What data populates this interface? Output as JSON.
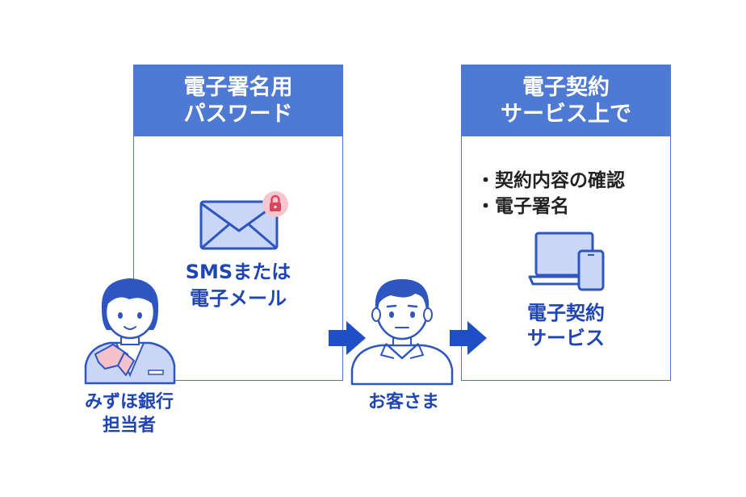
{
  "left_panel": {
    "header_line1": "電子署名用",
    "header_line2": "パスワード",
    "channel_line1": "SMSまたは",
    "channel_line2": "電子メール"
  },
  "right_panel": {
    "header_line1": "電子契約",
    "header_line2": "サービス上で",
    "bullet1": "・契約内容の確認",
    "bullet2": "・電子署名",
    "service_line1": "電子契約",
    "service_line2": "サービス"
  },
  "bank_staff": {
    "label_line1": "みずほ銀行",
    "label_line2": "担当者"
  },
  "customer": {
    "label": "お客さま"
  },
  "icons": [
    "envelope-icon",
    "lock-icon",
    "laptop-icon",
    "smartphone-icon",
    "arrow-right-icon",
    "bank-staff-icon",
    "customer-icon"
  ],
  "colors": {
    "header_blue": "#4f7ad4",
    "text_blue": "#1f45b5",
    "arrow_blue": "#1f4fc7",
    "envelope_fill": "#c9d6f5",
    "lock_badge": "#f6c6cf"
  }
}
